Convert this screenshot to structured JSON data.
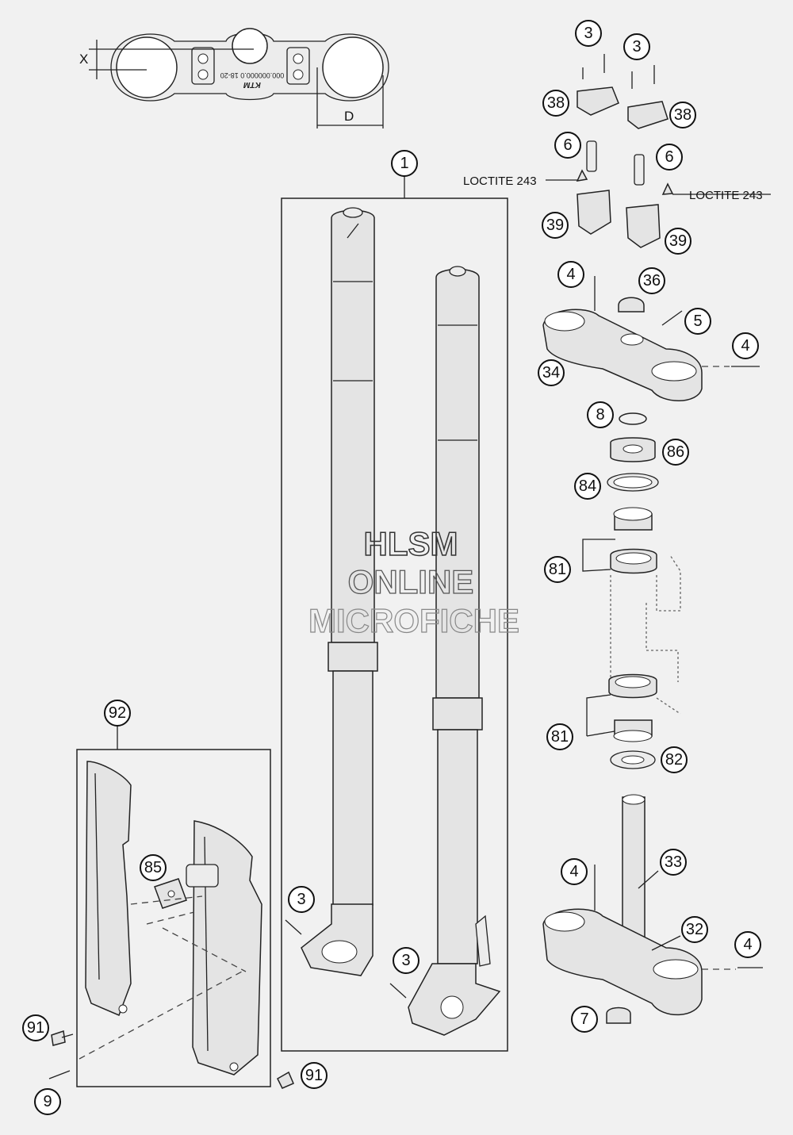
{
  "dimension_labels": {
    "x": "X",
    "d": "D"
  },
  "clamp_markings": {
    "code": "000.000000.0 18-20",
    "logo": "KTM"
  },
  "watermark": [
    "HLSM",
    "ONLINE",
    "MICROFICHE"
  ],
  "notes": {
    "loctite_left": "LOCTITE 243",
    "loctite_right": "LOCTITE 243"
  },
  "callouts": {
    "c1": "1",
    "c3a": "3",
    "c3b": "3",
    "c3c": "3",
    "c3d": "3",
    "c38a": "38",
    "c38b": "38",
    "c6a": "6",
    "c6b": "6",
    "c39a": "39",
    "c39b": "39",
    "c4a": "4",
    "c4b": "4",
    "c4c": "4",
    "c4d": "4",
    "c36": "36",
    "c5": "5",
    "c34": "34",
    "c8": "8",
    "c86": "86",
    "c84": "84",
    "c81a": "81",
    "c81b": "81",
    "c82": "82",
    "c33": "33",
    "c32": "32",
    "c7": "7",
    "c92": "92",
    "c85": "85",
    "c91a": "91",
    "c91b": "91",
    "c9": "9"
  }
}
